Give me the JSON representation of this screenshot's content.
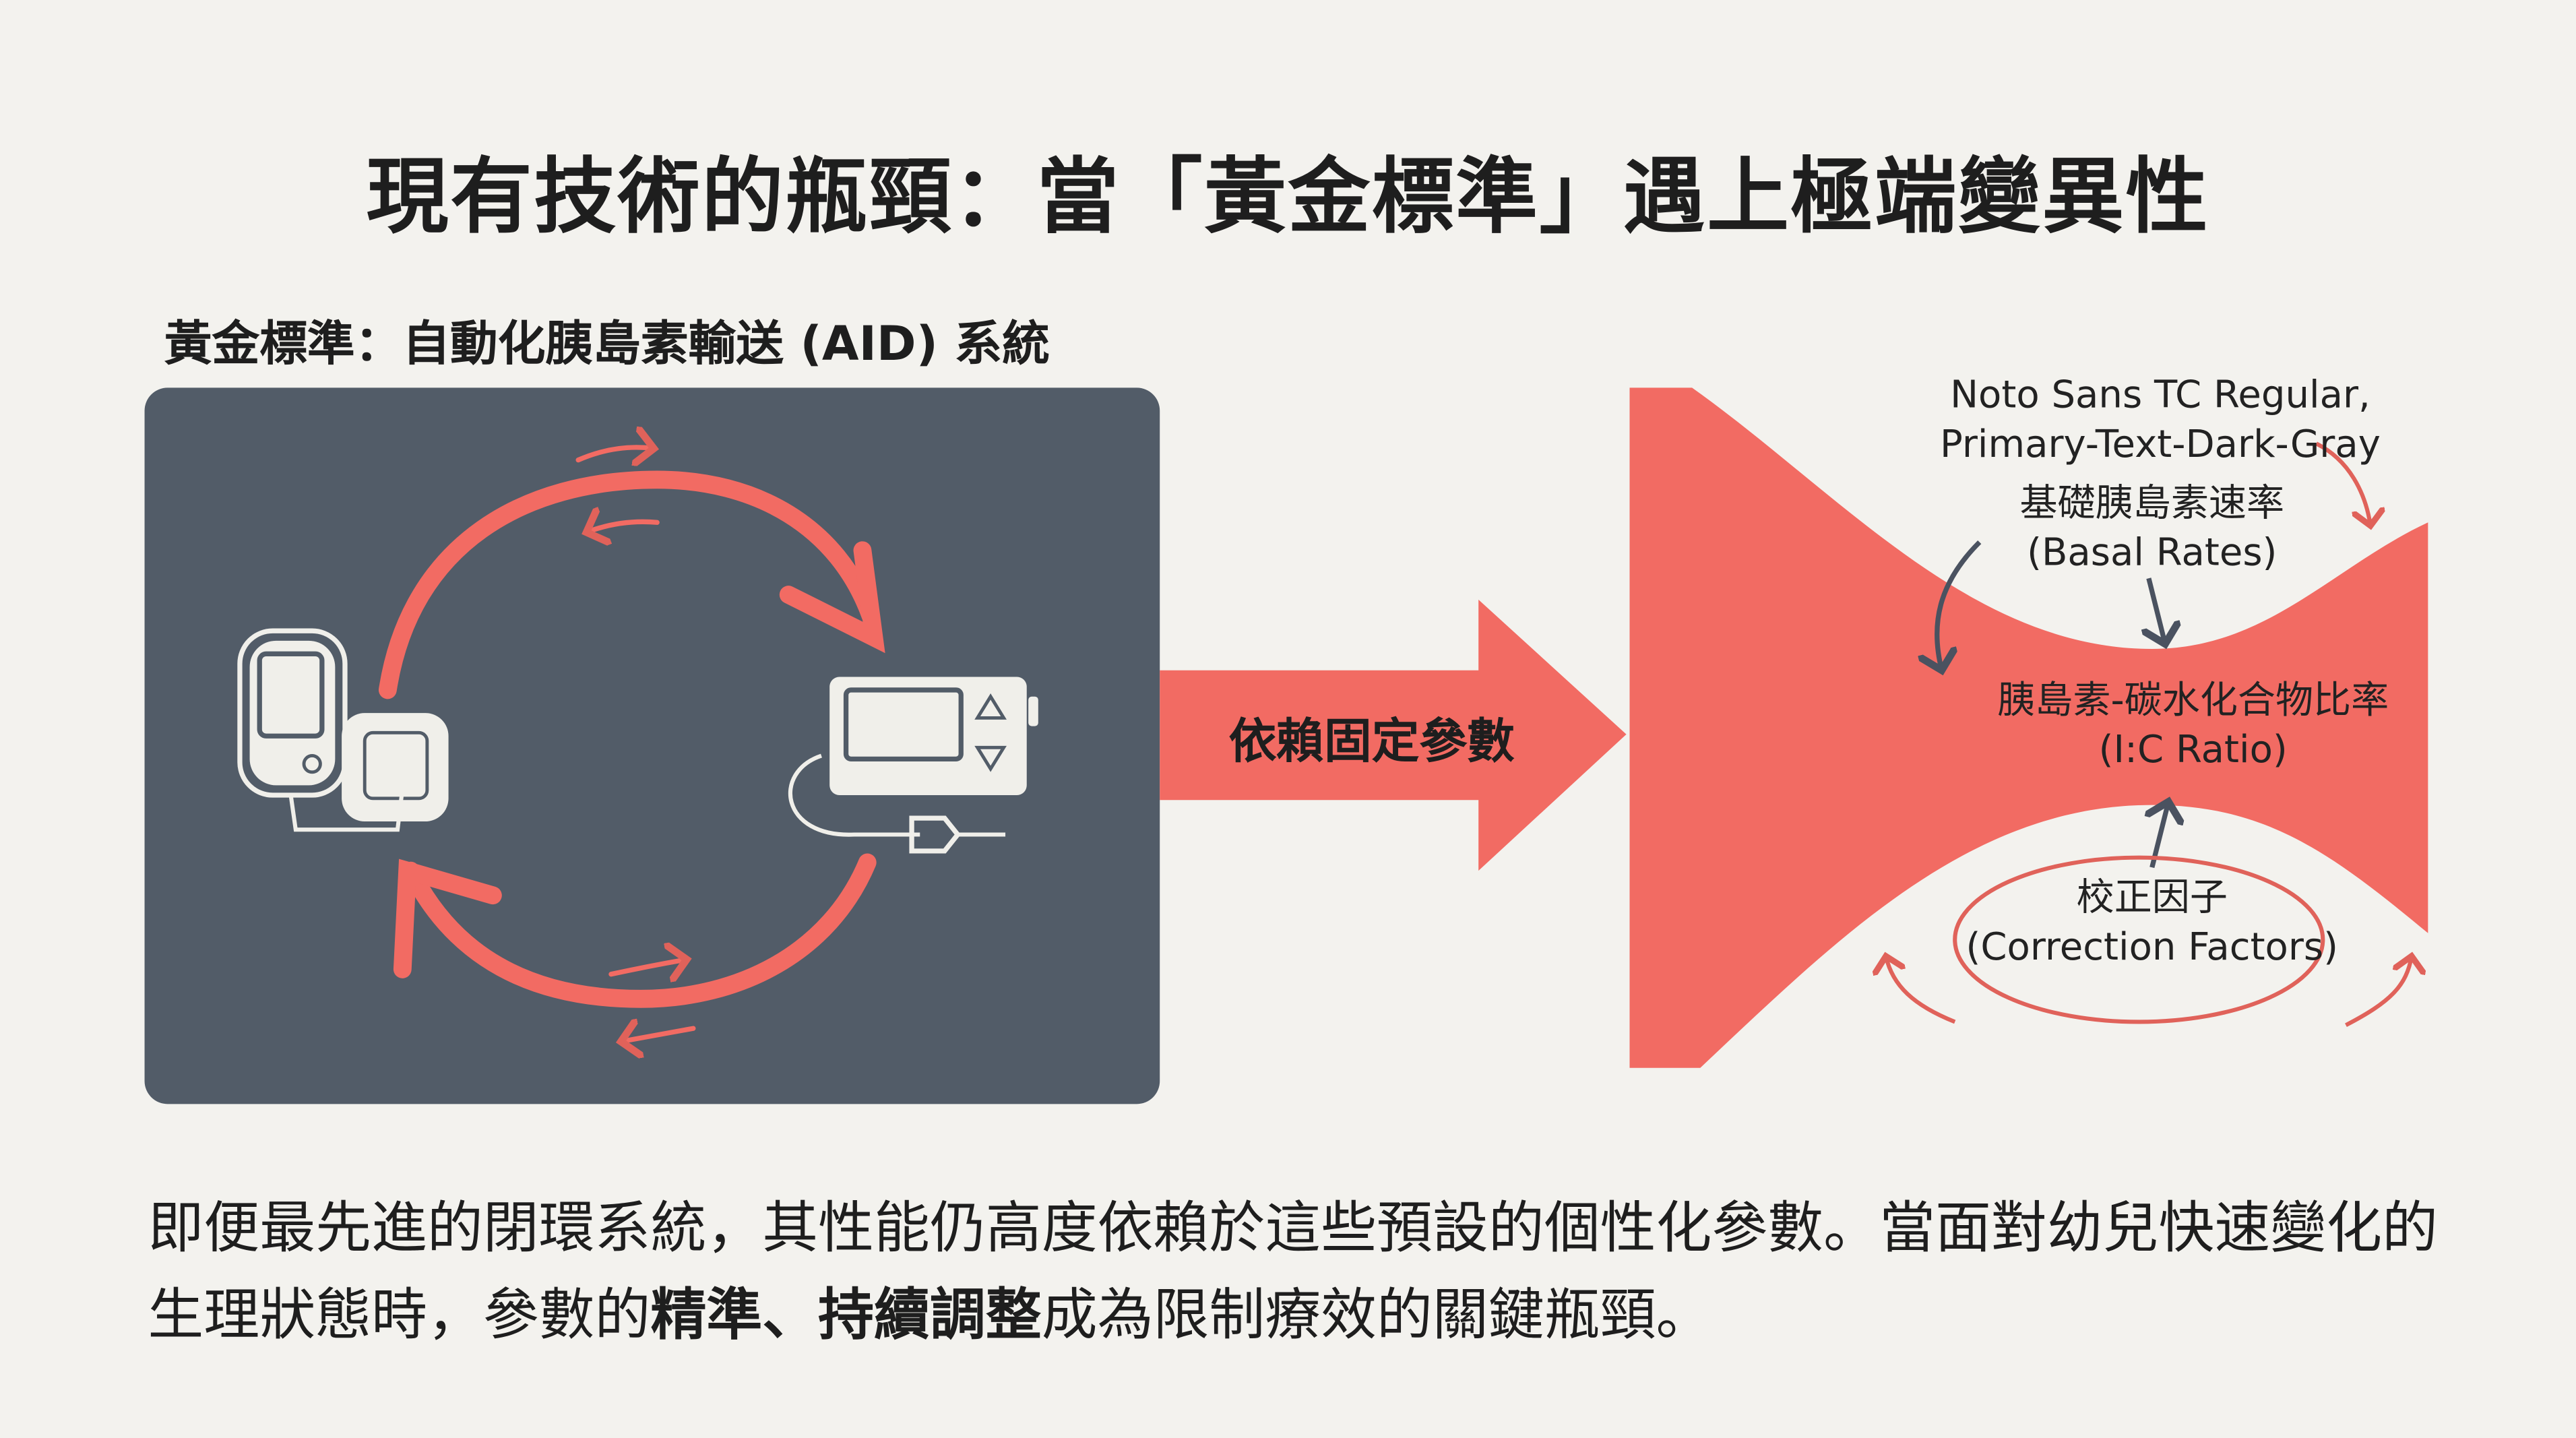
{
  "title": "現有技術的瓶頸：當「黃金標準」遇上極端變異性",
  "subtitle": "黃金標準：自動化胰島素輸送 (AID) 系統",
  "arrow_label": "依賴固定參數",
  "bottleneck": {
    "note_line1": "Noto Sans TC Regular,",
    "note_line2": "Primary-Text-Dark-Gray",
    "basal_zh": "基礎胰島素速率",
    "basal_en": "(Basal Rates)",
    "ic_zh": "胰島素-碳水化合物比率",
    "ic_en": "(I:C Ratio)",
    "corr_zh": "校正因子",
    "corr_en": "(Correction Factors)"
  },
  "paragraph": {
    "part1": "即便最先進的閉環系統，其性能仍高度依賴於這些預設的個性化參數。當面對幼兒快速變化的生理狀態時，參數的",
    "bold": "精準、持續調整",
    "part2": "成為限制療效的關鍵瓶頸。"
  },
  "colors": {
    "background": "#f3f2ee",
    "panel": "#525c68",
    "accent": "#f26b63",
    "text": "#1e1e1e"
  }
}
